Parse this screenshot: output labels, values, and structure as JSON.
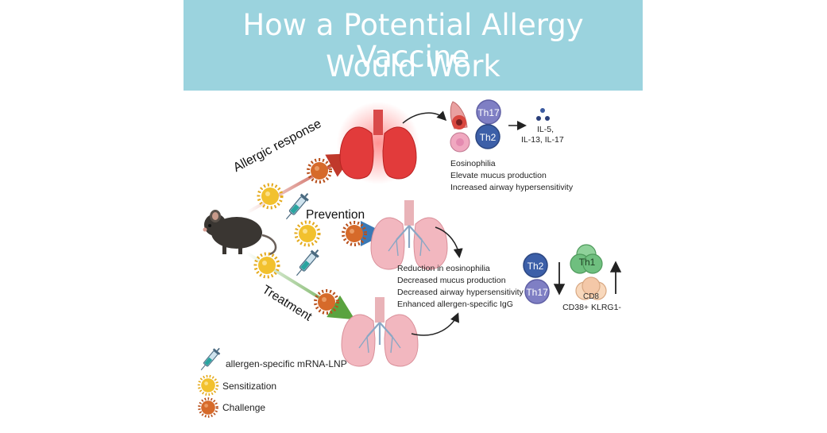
{
  "title": {
    "line1": "How a Potential Allergy Vaccine",
    "line2": "Would Work"
  },
  "routes": {
    "allergic": "Allergic response",
    "prevention": "Prevention",
    "treatment": "Treatment"
  },
  "cells": {
    "th17": "Th17",
    "th2": "Th2",
    "th1": "Th1",
    "cd8": "CD8"
  },
  "cytokines": {
    "line1": "IL-5,",
    "line2": "IL-13, IL-17"
  },
  "allergic_effects": [
    "Eosinophilia",
    "Elevate mucus production",
    "Increased airway hypersensitivity"
  ],
  "vaccine_effects": [
    "Reduction in eosinophilia",
    "Decreased mucus production",
    "Decreased airway hypersensitivity",
    "Enhanced allergen-specific IgG"
  ],
  "cd8_marker": "CD38+ KLRG1-",
  "legend": {
    "injection": "allergen-specific mRNA-LNP",
    "sensitization": "Sensitization",
    "challenge": "Challenge"
  },
  "colors": {
    "banner": "#9bd3de",
    "allergic_arrow": "#c0392b",
    "prevention_arrow": "#3a78b5",
    "treatment_arrow": "#5aa33f",
    "sensitization": "#f2c12e",
    "challenge": "#d66a2a",
    "th2": "#3c5fa8",
    "th17": "#7f7fc4",
    "th1": "#6fbf7f",
    "cd8": "#f4c8a8"
  },
  "icons": [
    "mouse-icon",
    "syringe-icon",
    "lungs-icon",
    "sensitization-allergen-icon",
    "challenge-allergen-icon",
    "cytokine-dots-icon"
  ]
}
